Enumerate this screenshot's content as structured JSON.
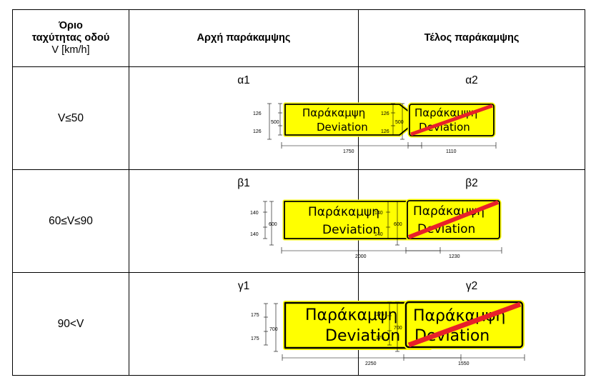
{
  "header": {
    "col1_line1": "Όριο",
    "col1_line2": "ταχύτητας οδού",
    "col1_unit": "V [km/h]",
    "col2": "Αρχή παράκαμψης",
    "col3": "Τέλος παράκαμψης"
  },
  "rows": [
    {
      "speed": "V≤50",
      "start": {
        "label": "α1",
        "line1": "Παράκαμψη",
        "line2": "Deviation",
        "dim_h1": "126",
        "dim_h2": "126",
        "dim_total": "500",
        "dim_width": "1750"
      },
      "end": {
        "label": "α2",
        "line1": "Παράκαμψη",
        "line2": "Deviation",
        "dim_h1": "126",
        "dim_h2": "126",
        "dim_total": "500",
        "dim_width": "1110"
      }
    },
    {
      "speed": "60≤V≤90",
      "start": {
        "label": "β1",
        "line1": "Παράκαμψη",
        "line2": "Deviation",
        "dim_h1": "140",
        "dim_h2": "140",
        "dim_total": "600",
        "dim_width": "2000"
      },
      "end": {
        "label": "β2",
        "line1": "Παράκαμψη",
        "line2": "Deviation",
        "dim_h1": "140",
        "dim_h2": "140",
        "dim_total": "600",
        "dim_width": "1230"
      }
    },
    {
      "speed": "90<V",
      "start": {
        "label": "γ1",
        "line1": "Παράκαμψη",
        "line2": "Deviation",
        "dim_h1": "175",
        "dim_h2": "175",
        "dim_total": "700",
        "dim_width": "2250"
      },
      "end": {
        "label": "γ2",
        "line1": "Παράκαμψη",
        "line2": "Deviation",
        "dim_h1": "175",
        "dim_h2": "175",
        "dim_total": "700",
        "dim_width": "1550"
      }
    }
  ],
  "colors": {
    "sign_fill": "#ffff00",
    "sign_border": "#000000",
    "cross_out": "#e8202a"
  }
}
